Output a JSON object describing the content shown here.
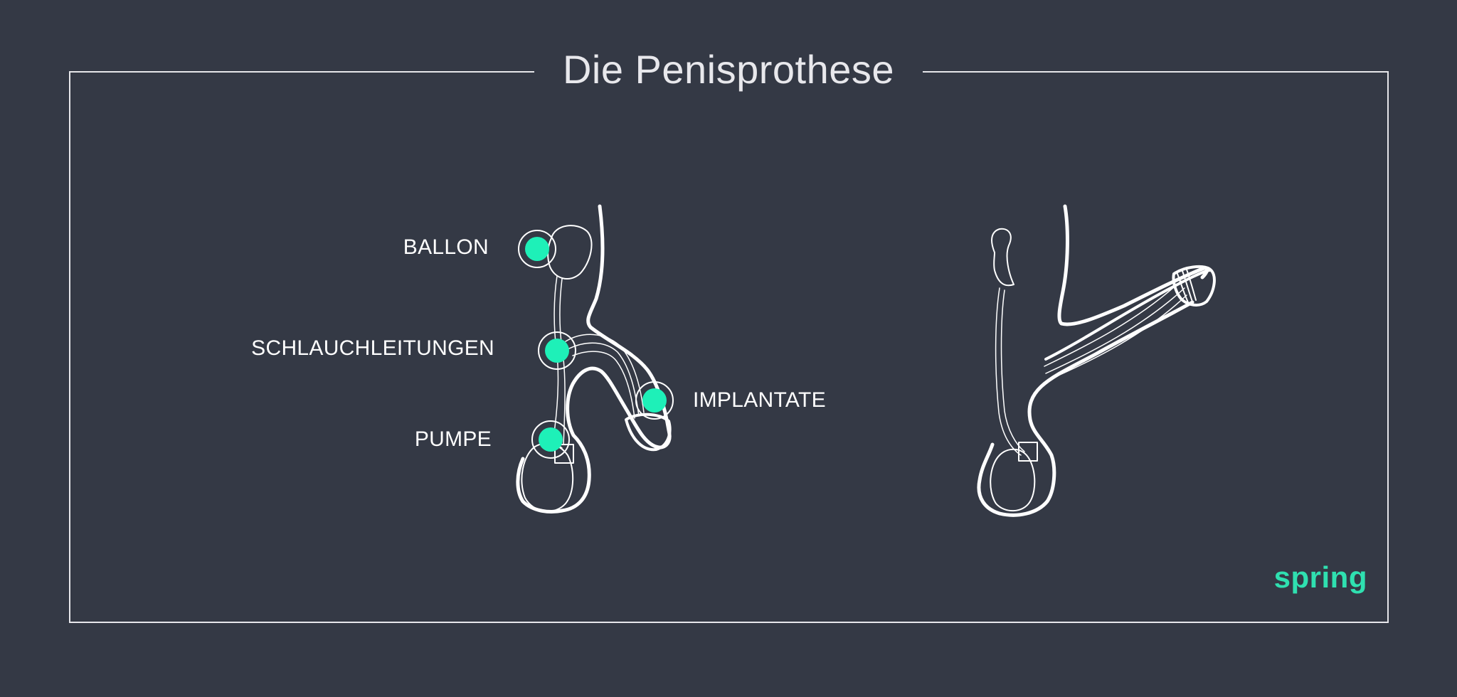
{
  "title": "Die Penisprothese",
  "labels": {
    "ballon": "BALLON",
    "schlauchleitungen": "SCHLAUCHLEITUNGEN",
    "pumpe": "PUMPE",
    "implantate": "IMPLANTATE"
  },
  "logo": "spring",
  "colors": {
    "background": "#343945",
    "line": "#ffffff",
    "accent": "#2fe0b0",
    "marker": "#1ef0b8"
  },
  "icons": {
    "marker": "dot-in-ring"
  }
}
